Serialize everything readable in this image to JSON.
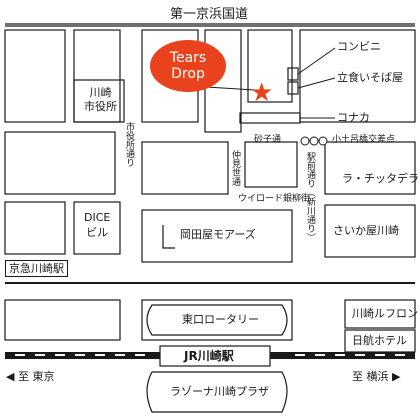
{
  "map": {
    "road_top": "第一京浜国道",
    "shop": {
      "line1": "Tears",
      "line2": "Drop"
    },
    "landmarks": {
      "convenience_store": "コンビニ",
      "soba_stand": "立食いそば屋",
      "konaka": "コナカ",
      "police_box": "小土呂橋交差点",
      "sunago_street": "砂子通",
      "la_cittadella": "ラ・チッタデラ",
      "city_hall": "川崎\n市役所",
      "city_hall_street": "市役所通り",
      "nakamise_street": "仲見世通",
      "station_street": "駅前通り（新川通り）",
      "ginyagai": "ウイロード銀柳街",
      "dice": "DICE\nビル",
      "okadaya": "岡田屋モアーズ",
      "saikaya": "さいか屋川崎",
      "keikyu": "京急川崎駅",
      "east_rotary": "東口ロータリー",
      "lufront": "川崎ルフロン",
      "nikko_hotel": "日航ホテル",
      "jr_station": "JR川崎駅",
      "la_zona": "ラゾーナ川崎プラザ",
      "to_tokyo": "◀ 至 東京",
      "to_yokohama": "至 横浜 ▶"
    }
  },
  "colors": {
    "accent": "#e8431c",
    "line": "#1a1a1a"
  }
}
